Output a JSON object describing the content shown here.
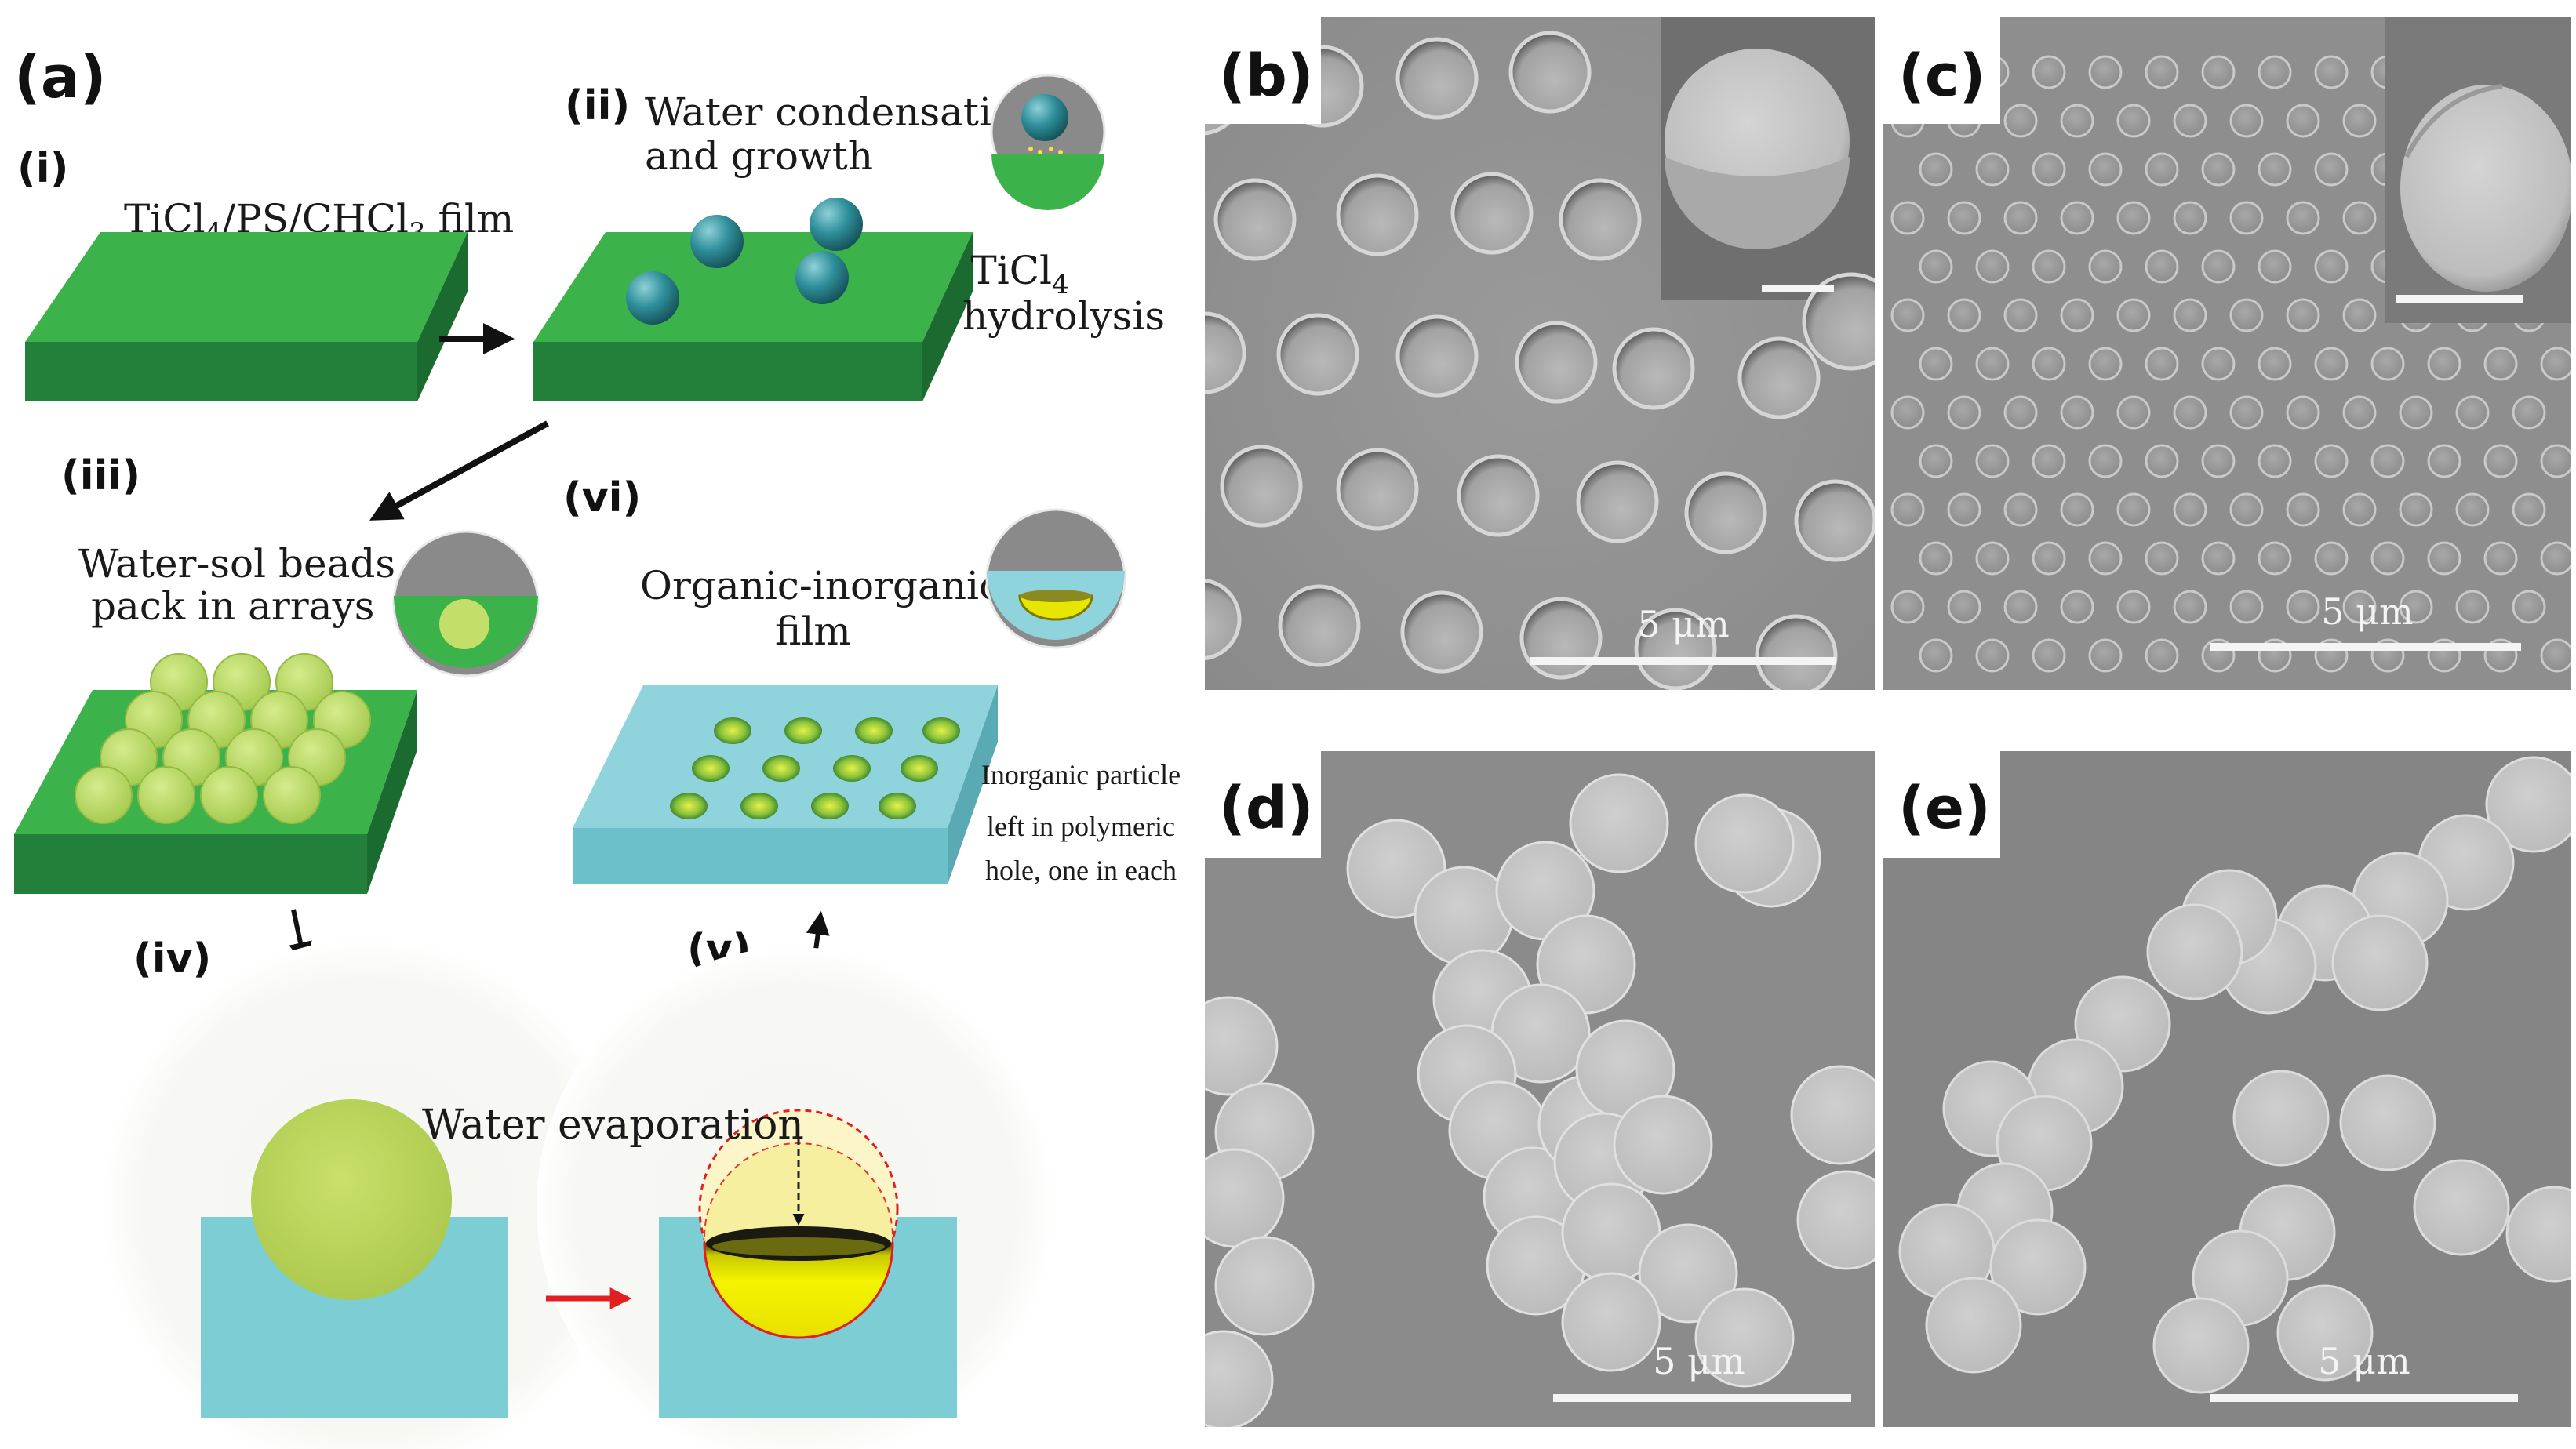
{
  "panel_a": {
    "label": "(a)",
    "steps": {
      "i": {
        "label": "(i)",
        "caption_parts": [
          "TiCl",
          "4",
          "/PS/CHCl",
          "3",
          " film"
        ]
      },
      "ii": {
        "label": "(ii)",
        "caption_line1": "Water condensation",
        "caption_line2": "and growth",
        "side_line1_parts": [
          "TiCl",
          "4"
        ],
        "side_line2": "hydrolysis"
      },
      "iii": {
        "label": "(iii)",
        "caption_line1": "Water-sol beads",
        "caption_line2": "pack in arrays"
      },
      "iv": {
        "label": "(iv)"
      },
      "v": {
        "label": "(v)"
      },
      "vi": {
        "label": "(vi)",
        "caption_line1": "Organic-inorganic",
        "caption_line2": "film",
        "side_line1": "Inorganic particle",
        "side_line2": "left in polymeric",
        "side_line3": "hole, one in each"
      }
    },
    "evaporation_label": "Water evaporation",
    "colors": {
      "film_top": "#3cb34a",
      "film_front": "#23803a",
      "film_side": "#1b6a2f",
      "droplet": "#2e8f9a",
      "bead": "#b9d96a",
      "organic_film": "#8fd3dc",
      "organic_film_front": "#6cc0ca",
      "evaporation_block": "#7ccdd4",
      "particle_yellow": "#f0f000",
      "arrow_red": "#e02020"
    }
  },
  "sem_panels": [
    {
      "id": "b",
      "label": "(b)",
      "scale_bar": "5 μm"
    },
    {
      "id": "c",
      "label": "(c)",
      "scale_bar": "5 μm"
    },
    {
      "id": "d",
      "label": "(d)",
      "scale_bar": "5 μm"
    },
    {
      "id": "e",
      "label": "(e)",
      "scale_bar": "5 μm"
    }
  ]
}
